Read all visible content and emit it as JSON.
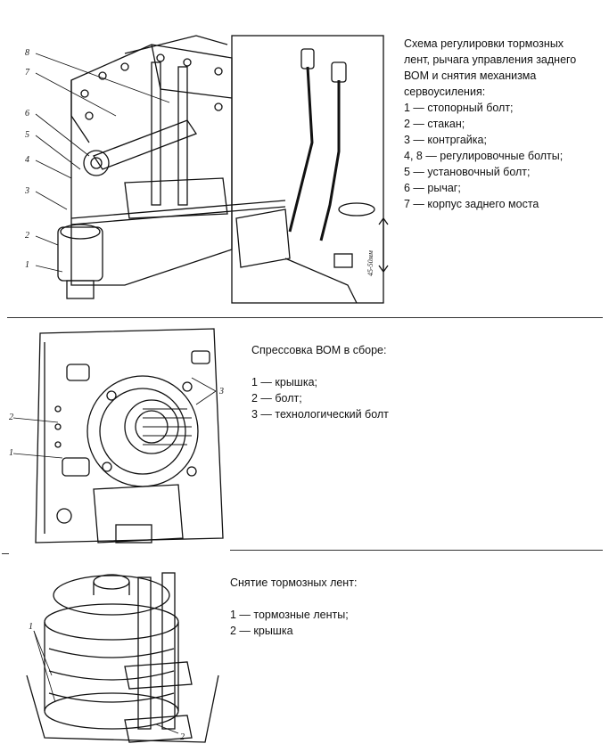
{
  "section1": {
    "title_lines": [
      "Схема регулировки тормозных",
      "лент, рычага управления заднего",
      "ВОМ и снятия механизма",
      "сервоусиления:"
    ],
    "items": [
      "1 — стопорный болт;",
      "2 — стакан;",
      "3 — контргайка;",
      "4, 8 — регулировочные болты;",
      "5 — установочный болт;",
      "6 — рычаг;",
      "7 — корпус заднего моста"
    ],
    "callouts": [
      "8",
      "7",
      "6",
      "5",
      "4",
      "3",
      "2",
      "1"
    ],
    "dimension_label": "45-50мм"
  },
  "section2": {
    "title": "Спрессовка ВОМ в сборе:",
    "items": [
      "1 — крышка;",
      "2 — болт;",
      "3 — технологический болт"
    ],
    "callouts": [
      "3",
      "2",
      "1"
    ]
  },
  "section3": {
    "title": "Снятие тормозных лент:",
    "items": [
      "1 — тормозные ленты;",
      "2 — крышка"
    ],
    "callouts": [
      "1",
      "2"
    ]
  }
}
